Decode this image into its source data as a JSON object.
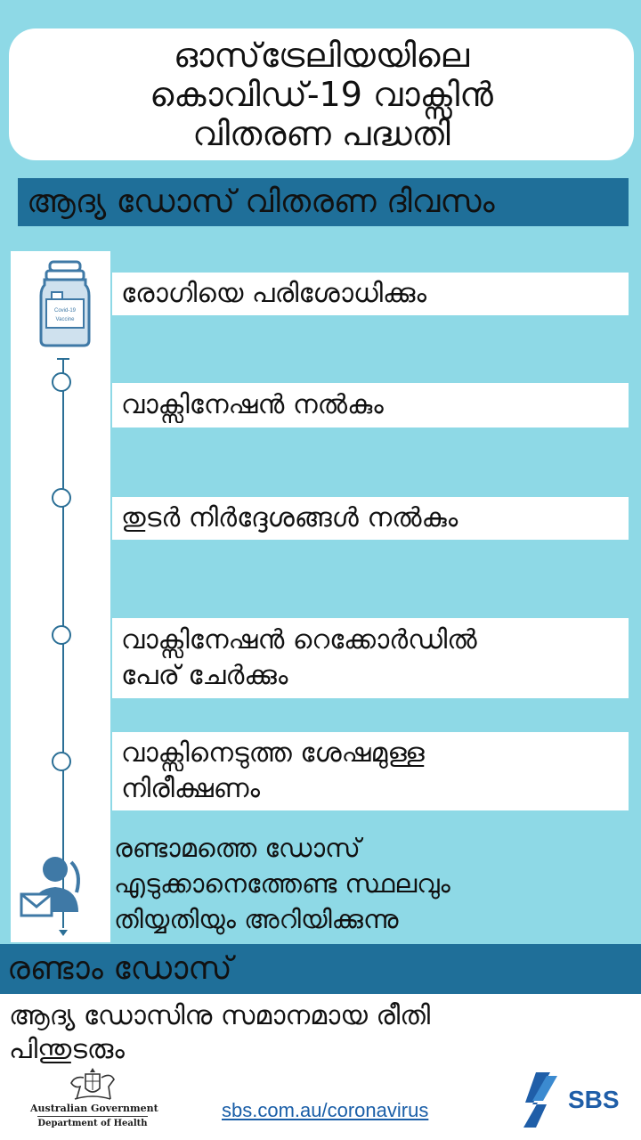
{
  "title": {
    "lines": [
      "ഓസ്‌ട്രേലിയയിലെ",
      "കൊവിഡ്-19 വാക്സിൻ",
      "വിതരണ പദ്ധതി"
    ]
  },
  "first_dose_day_heading": "ആദ്യ ഡോസ് വിതരണ ദിവസം",
  "steps": [
    {
      "lines": [
        "രോഗിയെ പരിശോധിക്കും"
      ]
    },
    {
      "lines": [
        "വാക്സിനേഷൻ നൽകും"
      ]
    },
    {
      "lines": [
        "തുടർ നിർദ്ദേശങ്ങൾ നൽകും"
      ]
    },
    {
      "lines": [
        "വാക്സിനേഷൻ റെക്കോർഡിൽ",
        "പേര് ചേർക്കും"
      ]
    },
    {
      "lines": [
        "വാക്സിനെടുത്ത ശേഷമുള്ള",
        "നിരീക്ഷണം"
      ]
    }
  ],
  "final_step": {
    "lines": [
      "രണ്ടാമത്തെ ഡോസ്",
      "എടുക്കാനെത്തേണ്ട സ്ഥലവും",
      "തിയ്യതിയും അറിയിക്കുന്നു"
    ]
  },
  "vial_label": "Covid-19 Vaccine",
  "second_dose": {
    "heading": "രണ്ടാം ഡോസ്",
    "text_lines": [
      "ആദ്യ ഡോസിനു സമാനമായ രീതി",
      "പിന്തുടരും"
    ]
  },
  "footer": {
    "gov_line1": "Australian Government",
    "gov_line2": "Department of Health",
    "link": "sbs.com.au/coronavirus",
    "sbs_logo_text": "SBS"
  },
  "icons": [
    "vaccine-vial-icon",
    "phone-user-mail-icon",
    "coat-of-arms-icon",
    "sbs-logo-icon"
  ],
  "colors": {
    "background": "#8ed9e6",
    "banner": "#1f6f99",
    "timeline": "#2b6f96",
    "link": "#1b5fa8"
  }
}
